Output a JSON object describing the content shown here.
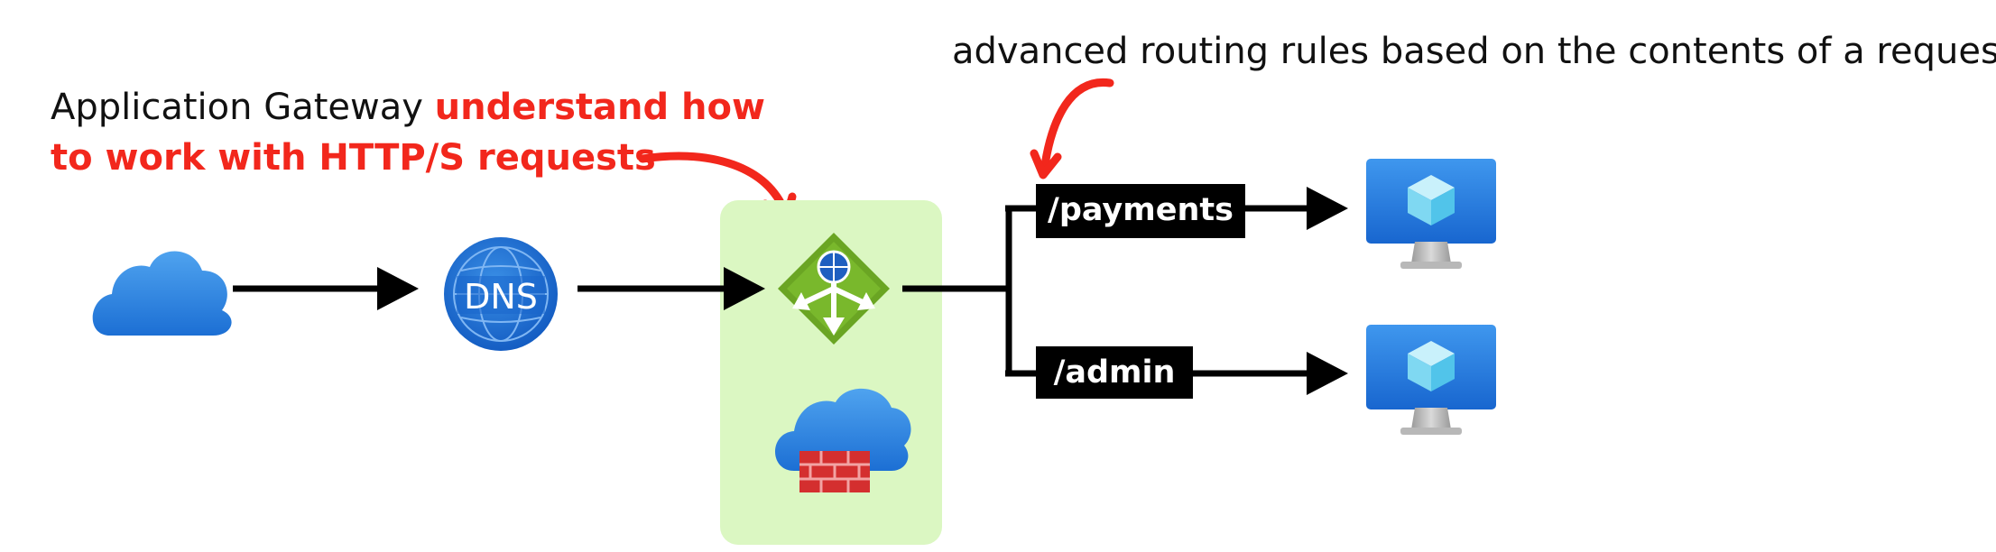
{
  "annotations": {
    "routing_note": "advanced routing rules based on the contents of a request.",
    "gateway_note_plain": "Application Gateway ",
    "gateway_note_emphasis_line1": "understand how",
    "gateway_note_emphasis_line2": "to work with HTTP/S requests"
  },
  "nodes": {
    "dns_label": "DNS"
  },
  "routes": [
    {
      "label": "/payments"
    },
    {
      "label": "/admin"
    }
  ],
  "icons": {
    "client": "cloud-icon",
    "dns": "dns-icon",
    "gateway": "application-gateway-icon",
    "firewall": "web-application-firewall-icon",
    "backend": "virtual-machine-icon"
  },
  "colors": {
    "gateway_box": "#dbf7c2",
    "accent_red": "#f2271c",
    "azure_blue": "#1b6fd6",
    "gateway_green": "#6aa523"
  }
}
